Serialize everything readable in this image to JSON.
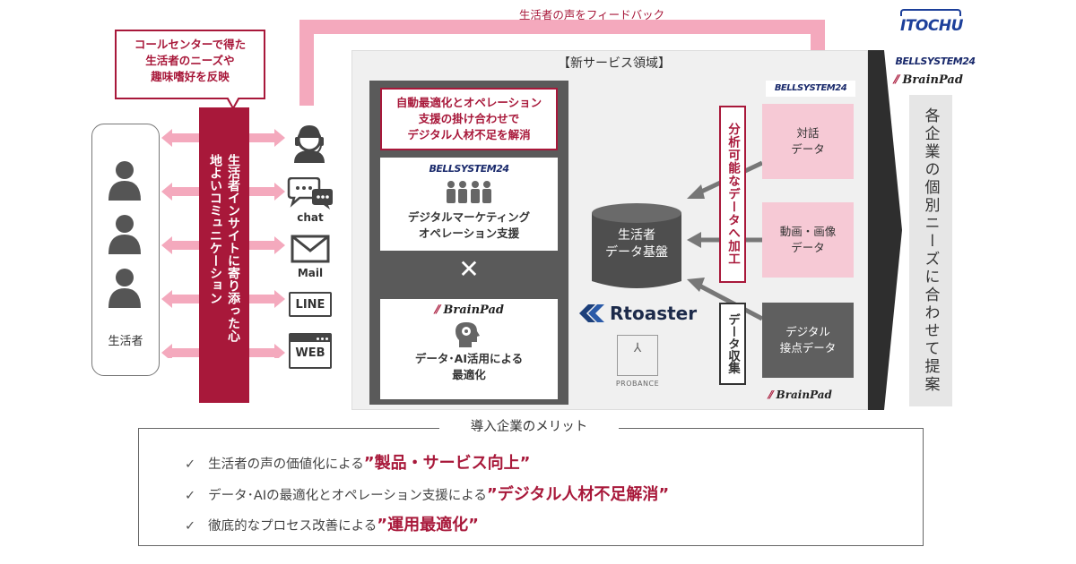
{
  "feedback_label": "生活者の声をフィードバック",
  "callout": {
    "lines": [
      "コールセンターで得た",
      "生活者のニーズや",
      "趣味嗜好を反映"
    ]
  },
  "consumer": {
    "label": "生活者",
    "icons": [
      "person-icon",
      "person-icon",
      "person-icon"
    ]
  },
  "insight_bar": {
    "text": "生活者インサイトに寄り添った心地よいコミュニケーション"
  },
  "channels": [
    {
      "icon": "headset-operator-icon",
      "label": ""
    },
    {
      "icon": "chat-bubbles-icon",
      "label": "chat"
    },
    {
      "icon": "mail-envelope-icon",
      "label": "Mail"
    },
    {
      "icon": "line-icon",
      "label": "LINE"
    },
    {
      "icon": "web-browser-icon",
      "label": "WEB"
    }
  ],
  "new_service": {
    "title": "【新サービス領域】",
    "highlight_lines": [
      "自動最適化とオペレーション",
      "支援の掛け合わせで",
      "デジタル人材不足を解消"
    ],
    "bellsystem_block": {
      "logo": "BELLSYSTEM24",
      "lines": [
        "デジタルマーケティング",
        "オペレーション支援"
      ]
    },
    "cross_symbol": "✕",
    "brainpad_block": {
      "logo": "BrainPad",
      "lines": [
        "データ･AI活用による",
        "最適化"
      ]
    },
    "database": {
      "lines": [
        "生活者",
        "データ基盤"
      ]
    },
    "rtoaster_logo": "Rtoaster",
    "probance_logo": "PROBANCE",
    "processing_label": "分析可能なデータへ加工",
    "collection_label": "データ収集",
    "bellsystem_logo": "BELLSYSTEM24",
    "brainpad_logo": "BrainPad",
    "data_sources": [
      {
        "lines": [
          "対話",
          "データ"
        ],
        "style": "pink"
      },
      {
        "lines": [
          "動画・画像",
          "データ"
        ],
        "style": "pink"
      },
      {
        "lines": [
          "デジタル",
          "接点データ"
        ],
        "style": "gray"
      }
    ]
  },
  "proposal_text": "各企業の個別ニーズに合わせて提案",
  "logos": {
    "itochu": "ITOCHU",
    "bellsystem": "BELLSYSTEM24",
    "brainpad": "BrainPad"
  },
  "merits": {
    "title": "導入企業のメリット",
    "check_icon": "✓",
    "items": [
      {
        "prefix": "生活者の声の価値化による",
        "highlight": "”製品・サービス向上”"
      },
      {
        "prefix": "データ･AIの最適化とオペレーション支援による",
        "highlight": "”デジタル人材不足解消”"
      },
      {
        "prefix": "徹底的なプロセス改善による",
        "highlight": "”運用最適化”"
      }
    ]
  },
  "colors": {
    "accent_red": "#a8183a",
    "feedback_pink": "#f4a9bd",
    "source_pink": "#f6c9d5",
    "dark_gray": "#5a5a5a",
    "area_gray": "#f0f0f0"
  }
}
